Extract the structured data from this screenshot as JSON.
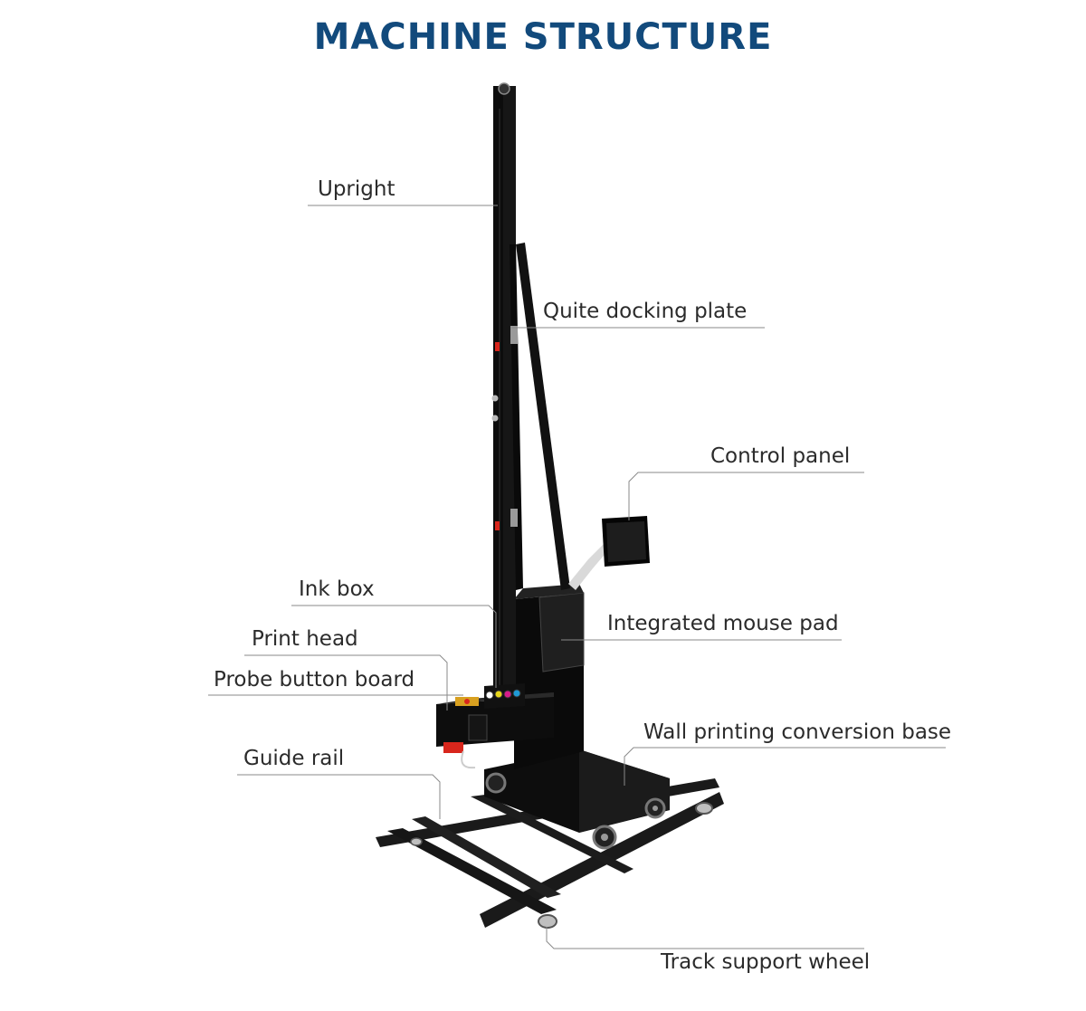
{
  "title": "MACHINE STRUCTURE",
  "colors": {
    "title": "#124a7c",
    "leader_line": "#8a8a8a",
    "label_text": "#2b2b2b",
    "machine_body": "#111111",
    "accent_red": "#d8261c"
  },
  "labels": {
    "upright": "Upright",
    "quite_docking_plate": "Quite docking plate",
    "control_panel": "Control panel",
    "ink_box": "Ink box",
    "integrated_mouse_pad": "Integrated mouse pad",
    "print_head": "Print head",
    "probe_button_board": "Probe button board",
    "wall_printing_conversion_base": "Wall printing conversion base",
    "guide_rail": "Guide rail",
    "track_support_wheel": "Track support wheel"
  }
}
